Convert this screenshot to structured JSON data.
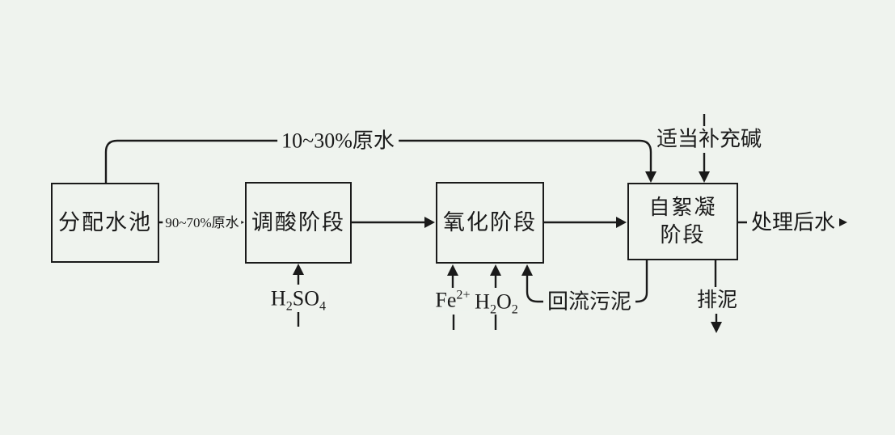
{
  "canvas": {
    "bg_color": "#eff3ee",
    "line_color": "#1a1a1a"
  },
  "boxes": [
    {
      "id": "distribution-pool",
      "label": "分配水池"
    },
    {
      "id": "acid-adjust-stage",
      "label": "调酸阶段"
    },
    {
      "id": "oxidation-stage",
      "label": "氧化阶段"
    },
    {
      "id": "self-flocculation-stage",
      "label_line1": "自絮凝",
      "label_line2": "阶段"
    }
  ],
  "labels": {
    "bypass_raw_water": "10~30%原水",
    "main_raw_water": "90~70%原水",
    "alkali_supplement": "适当补充碱",
    "return_sludge": "回流污泥",
    "treated_water": "处理后水",
    "sludge_discharge": "排泥",
    "h2so4": {
      "p1": "H",
      "s1": "2",
      "p2": "SO",
      "s2": "4"
    },
    "fe": {
      "p1": "Fe",
      "sup": "2+"
    },
    "h2o2": {
      "p1": "H",
      "s1": "2",
      "p2": "O",
      "s2": "2"
    }
  }
}
